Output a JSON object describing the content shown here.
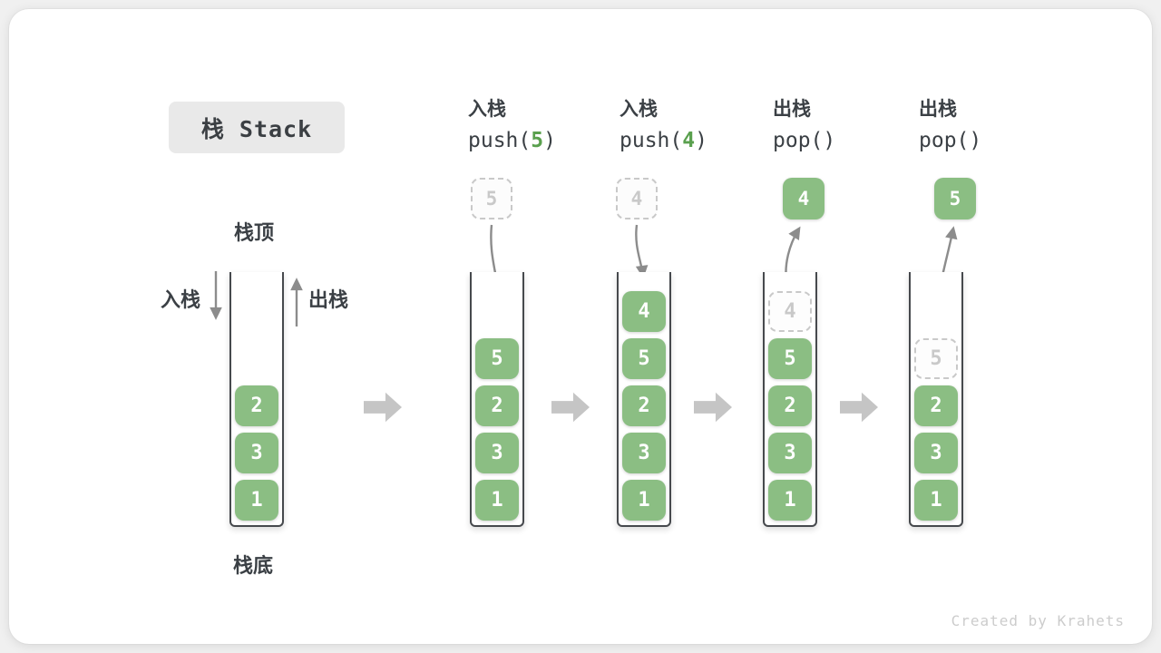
{
  "title": "栈 Stack",
  "labels": {
    "stack_top": "栈顶",
    "stack_bottom": "栈底",
    "push_side": "入栈",
    "pop_side": "出栈"
  },
  "watermark": "Created by Krahets",
  "colors": {
    "block_green": "#8bbe83",
    "accent_green": "#5aa04e",
    "arrow_gray": "#c5c5c5",
    "line_gray": "#8c8c8c",
    "dashed_gray": "#c9c9c9",
    "ink": "#3b4045",
    "title_bg": "#e9e9e9",
    "watermark_gray": "#cccccc"
  },
  "columns": [
    {
      "id": "initial",
      "blocks": [
        "2",
        "3",
        "1"
      ]
    },
    {
      "id": "push-5",
      "op_label": "入栈",
      "call": {
        "prefix": "push(",
        "arg": "5",
        "suffix": ")"
      },
      "floating": "5",
      "blocks": [
        "5",
        "2",
        "3",
        "1"
      ]
    },
    {
      "id": "push-4",
      "op_label": "入栈",
      "call": {
        "prefix": "push(",
        "arg": "4",
        "suffix": ")"
      },
      "floating": "4",
      "blocks": [
        "4",
        "5",
        "2",
        "3",
        "1"
      ]
    },
    {
      "id": "pop-4",
      "op_label": "出栈",
      "call": {
        "prefix": "pop(",
        "arg": "",
        "suffix": ")"
      },
      "floating": "4",
      "ghost": "4",
      "blocks": [
        "5",
        "2",
        "3",
        "1"
      ]
    },
    {
      "id": "pop-5",
      "op_label": "出栈",
      "call": {
        "prefix": "pop(",
        "arg": "",
        "suffix": ")"
      },
      "floating": "5",
      "ghost": "5",
      "blocks": [
        "2",
        "3",
        "1"
      ]
    }
  ]
}
